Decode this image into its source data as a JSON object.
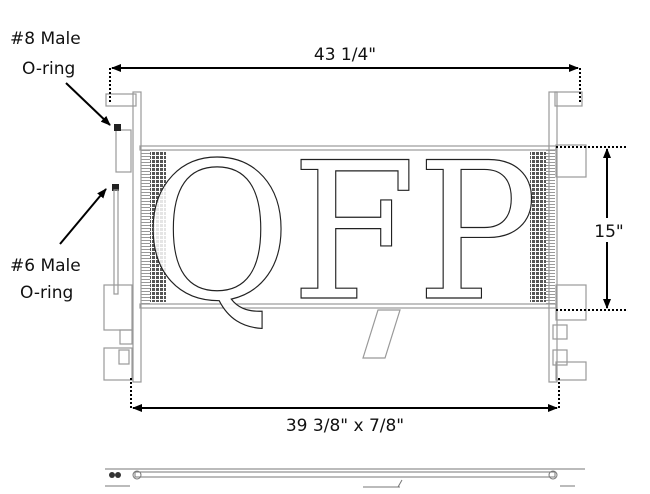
{
  "title": "Condenser dimension diagram",
  "watermark": "QFP",
  "callouts": {
    "fitting_8": {
      "line1": "#8 Male",
      "line2": "O-ring"
    },
    "fitting_6": {
      "line1": "#6 Male",
      "line2": "O-ring"
    }
  },
  "dimensions": {
    "overall_width": "43 1/4\"",
    "core_height": "15\"",
    "core_width_thickness": "39 3/8\" x 7/8\""
  },
  "colors": {
    "line": "#000000",
    "drawing": "#999999",
    "fins": "#555555"
  }
}
